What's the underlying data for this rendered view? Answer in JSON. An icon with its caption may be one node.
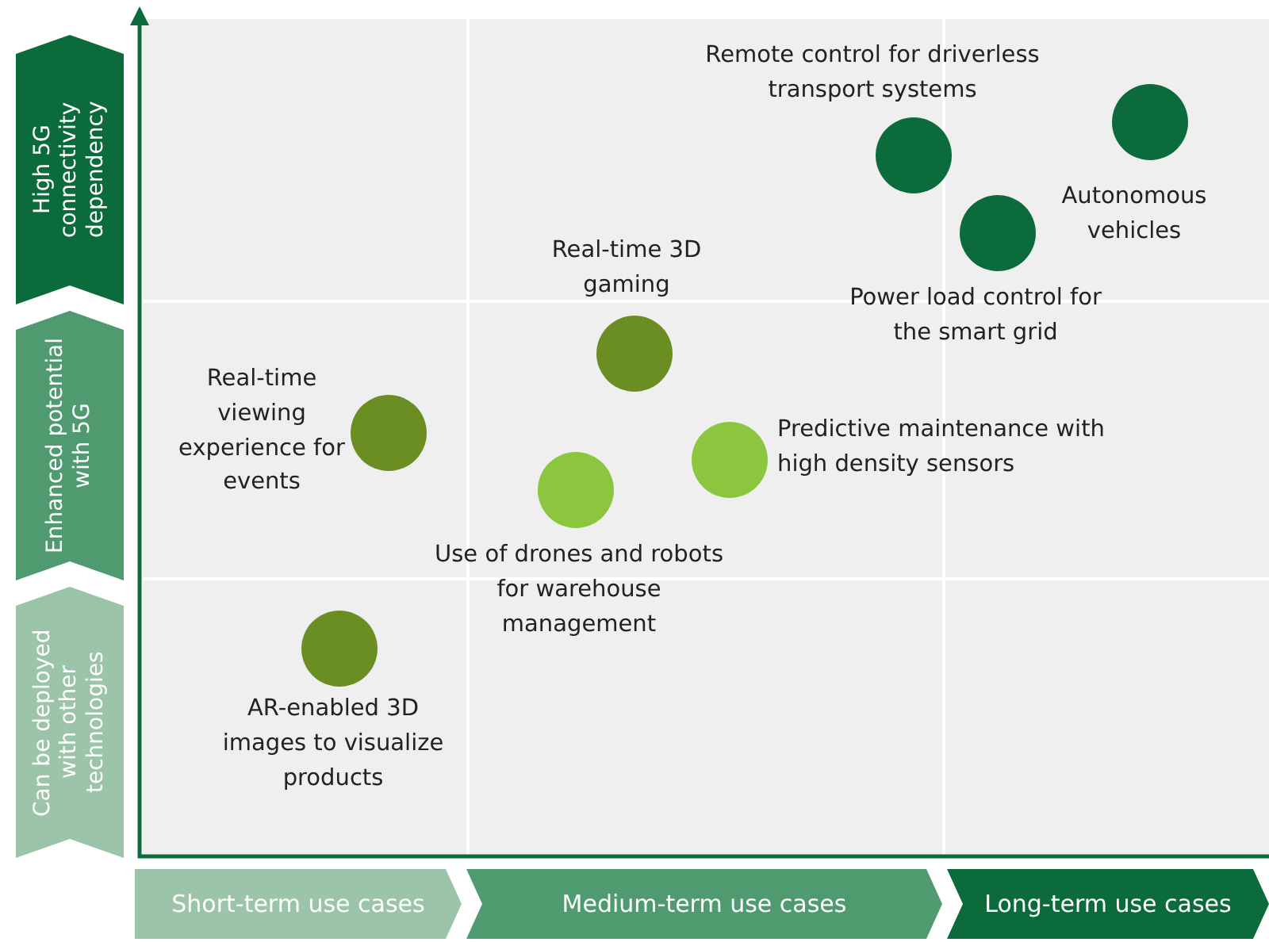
{
  "diagram": {
    "nodes": [
      {
        "text": [
          "High 5G connectivity dependency"
        ]
      },
      {
        "text": [
          "Enhanced potential with 5G"
        ]
      },
      {
        "text": [
          "Can be deployed with other technologies"
        ]
      },
      {
        "text": [
          "Short-term use cases"
        ]
      },
      {
        "text": [
          "Medium-term use cases"
        ]
      },
      {
        "text": [
          "Long-term use cases"
        ]
      },
      {
        "text": [],
        "shape": "circle",
        "beside": [
          "Remote control for driverless transport systems"
        ]
      },
      {
        "text": [],
        "shape": "circle",
        "beside": [
          "Autonomous vehicles"
        ]
      },
      {
        "text": [],
        "shape": "circle",
        "beside": [
          "Power load control for the smart grid"
        ]
      },
      {
        "text": [],
        "shape": "circle",
        "beside": [
          "Real-time 3D gaming"
        ]
      },
      {
        "text": [],
        "shape": "circle",
        "beside": [
          "Real-time viewing experience for events"
        ]
      },
      {
        "text": [],
        "shape": "circle",
        "beside": [
          "Predictive maintenance with high density sensors"
        ]
      },
      {
        "text": [],
        "shape": "circle",
        "beside": [
          "Use of drones and robots for warehouse management"
        ]
      },
      {
        "text": [],
        "shape": "circle",
        "beside": [
          "AR-enabled 3D images to visualize products"
        ]
      }
    ],
    "edges": []
  }
}
